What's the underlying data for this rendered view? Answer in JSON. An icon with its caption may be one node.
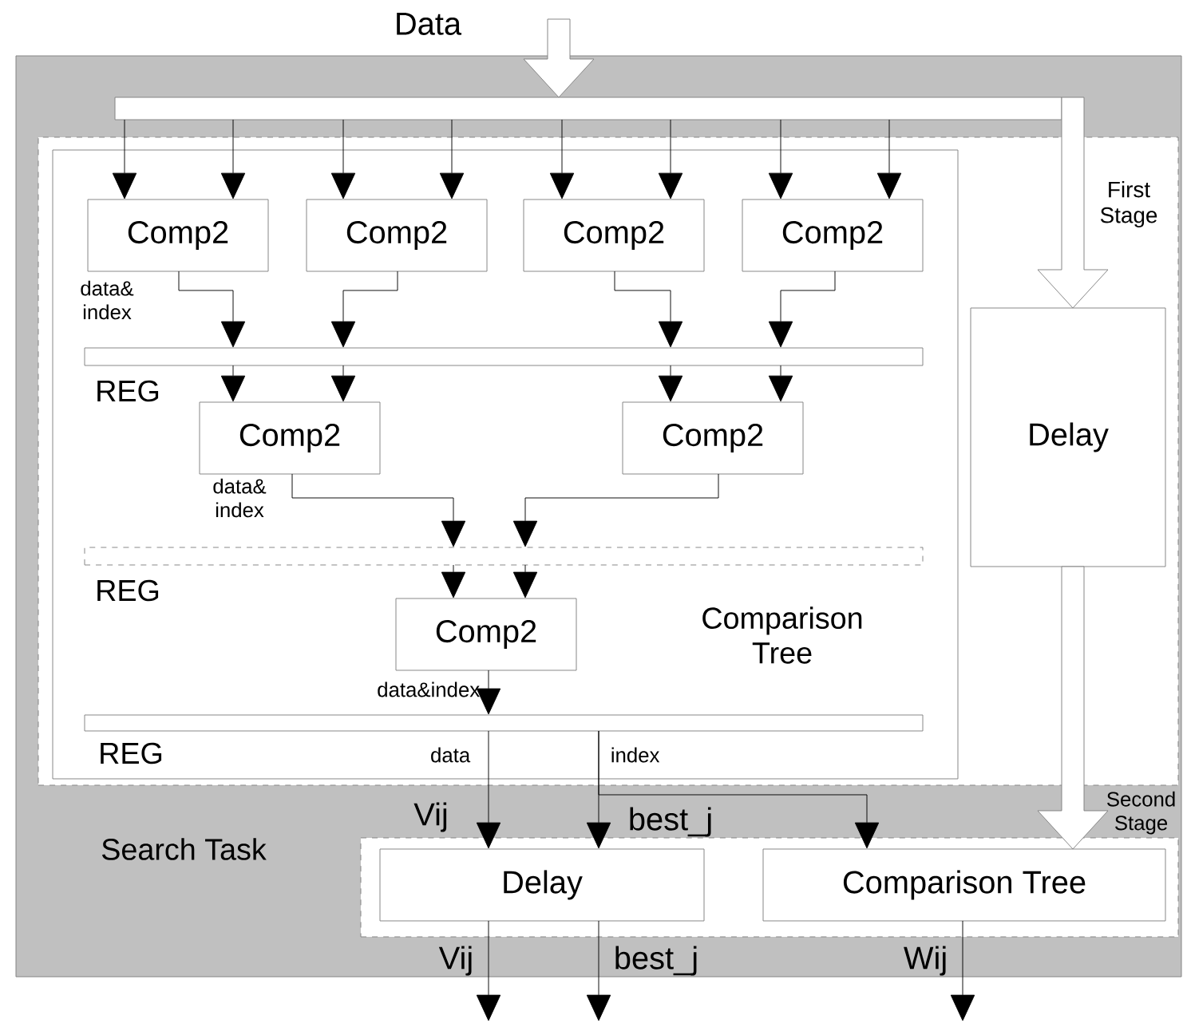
{
  "diagram": {
    "nodes": [
      {
        "text": [
          "Search Task"
        ]
      },
      {
        "text": [
          "First Stage"
        ],
        "in": 0
      },
      {
        "text": [
          "Comparison Tree"
        ],
        "in": 1
      },
      {
        "text": [],
        "shape": "bar",
        "in": 0
      },
      {
        "text": [
          "Comp2"
        ],
        "in": 2
      },
      {
        "text": [
          "Comp2"
        ],
        "in": 2
      },
      {
        "text": [
          "Comp2"
        ],
        "in": 2
      },
      {
        "text": [
          "Comp2"
        ],
        "in": 2
      },
      {
        "text": [],
        "shape": "bar",
        "in": 2,
        "beside": [
          "REG"
        ]
      },
      {
        "text": [
          "Comp2"
        ],
        "in": 2
      },
      {
        "text": [
          "Comp2"
        ],
        "in": 2
      },
      {
        "text": [],
        "shape": "bar",
        "in": 2,
        "beside": [
          "REG"
        ]
      },
      {
        "text": [
          "Comp2"
        ],
        "in": 2
      },
      {
        "text": [],
        "shape": "bar",
        "in": 2,
        "beside": [
          "REG"
        ]
      },
      {
        "text": [
          "Delay"
        ],
        "in": 1
      },
      {
        "text": [
          "Second Stage"
        ],
        "in": 0
      },
      {
        "text": [
          "Delay"
        ],
        "in": 15
      },
      {
        "text": [
          "Comparison Tree"
        ],
        "in": 15
      }
    ],
    "edges": [
      {
        "from": null,
        "to": 3,
        "arrow": "to",
        "label": "Data",
        "style": "thick"
      },
      {
        "from": 3,
        "to": 4,
        "arrow": "to"
      },
      {
        "from": 3,
        "to": 4,
        "arrow": "to"
      },
      {
        "from": 3,
        "to": 5,
        "arrow": "to"
      },
      {
        "from": 3,
        "to": 5,
        "arrow": "to"
      },
      {
        "from": 3,
        "to": 6,
        "arrow": "to"
      },
      {
        "from": 3,
        "to": 6,
        "arrow": "to"
      },
      {
        "from": 3,
        "to": 7,
        "arrow": "to"
      },
      {
        "from": 3,
        "to": 7,
        "arrow": "to"
      },
      {
        "from": 3,
        "to": 14,
        "arrow": "to",
        "style": "thick"
      },
      {
        "from": 4,
        "to": 8,
        "arrow": "to"
      },
      {
        "from": 5,
        "to": 8,
        "arrow": "to"
      },
      {
        "from": 6,
        "to": 8,
        "arrow": "to"
      },
      {
        "from": 7,
        "to": 8,
        "arrow": "to"
      },
      {
        "from": 8,
        "to": 9,
        "arrow": "to"
      },
      {
        "from": 8,
        "to": 9,
        "arrow": "to"
      },
      {
        "from": 8,
        "to": 10,
        "arrow": "to"
      },
      {
        "from": 8,
        "to": 10,
        "arrow": "to"
      },
      {
        "from": 9,
        "to": 11,
        "arrow": "to"
      },
      {
        "from": 10,
        "to": 11,
        "arrow": "to"
      },
      {
        "from": 11,
        "to": 12,
        "arrow": "to"
      },
      {
        "from": 11,
        "to": 12,
        "arrow": "to"
      },
      {
        "from": 12,
        "to": 13,
        "arrow": "to",
        "label": "data&index"
      },
      {
        "from": 13,
        "to": 16,
        "arrow": "to",
        "label": "data"
      },
      {
        "from": 13,
        "to": 16,
        "arrow": "to",
        "label": "index"
      },
      {
        "from": 13,
        "to": 17,
        "arrow": "to"
      },
      {
        "from": 14,
        "to": 17,
        "arrow": "to",
        "style": "thick"
      },
      {
        "from": 16,
        "to": null,
        "arrow": "to",
        "label": "Vij"
      },
      {
        "from": 16,
        "to": null,
        "arrow": "to",
        "label": "best_j"
      },
      {
        "from": 17,
        "to": null,
        "arrow": "to",
        "label": "Wij"
      }
    ],
    "labels": [
      "data& index",
      "data& index",
      "Vij",
      "best_j"
    ]
  }
}
